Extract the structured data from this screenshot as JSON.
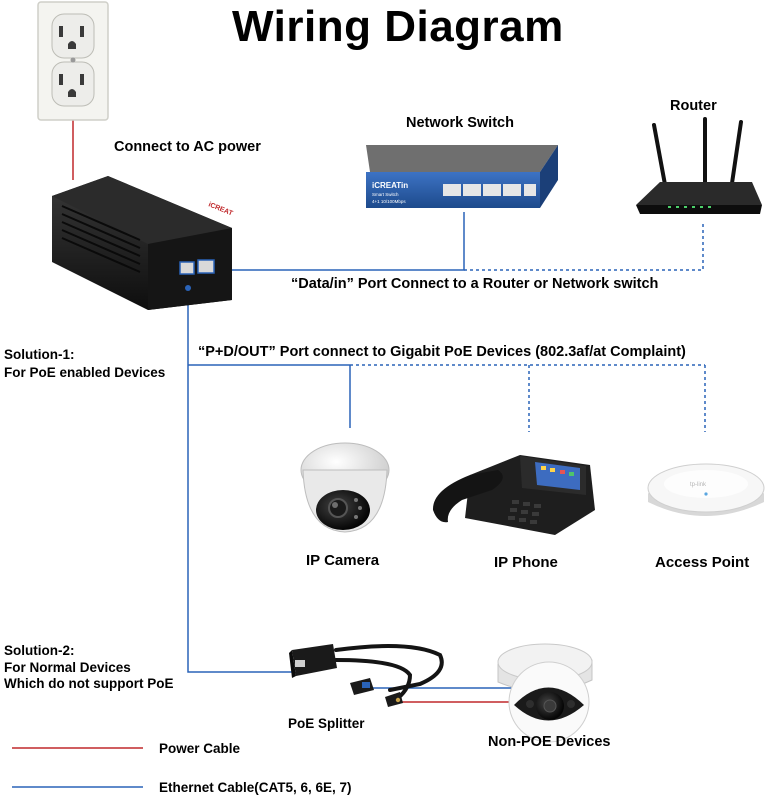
{
  "title": "Wiring Diagram",
  "labels": {
    "ac_power": "Connect to AC power",
    "network_switch": "Network Switch",
    "router": "Router",
    "data_in": "“Data/in” Port Connect to a Router or Network switch",
    "poe_out": "“P+D/OUT” Port connect to Gigabit PoE Devices (802.3af/at Complaint)",
    "solution1_title": "Solution-1:",
    "solution1_desc": "For PoE enabled Devices",
    "solution2_title": "Solution-2:",
    "solution2_line1": "For Normal Devices",
    "solution2_line2": "Which do not support PoE",
    "ip_camera": "IP Camera",
    "ip_phone": "IP Phone",
    "access_point": "Access Point",
    "poe_splitter": "PoE Splitter",
    "non_poe": "Non-POE Devices",
    "brand": "iCREAT",
    "switch_brand": "iCREATin",
    "switch_model": "Smart Switch",
    "switch_ports": "4+1 10/100Mbps"
  },
  "legend": [
    {
      "label": "Power Cable",
      "color": "#c0282b"
    },
    {
      "label": "Ethernet Cable(CAT5, 6, 6E, 7)",
      "color": "#2a63b8"
    }
  ],
  "colors": {
    "power": "#c0282b",
    "ethernet": "#2a63b8",
    "device_dark": "#1c1c1c",
    "switch_blue": "#2c5faa"
  }
}
